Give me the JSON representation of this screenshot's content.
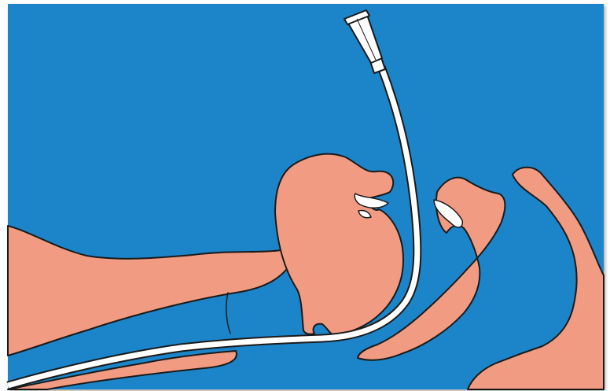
{
  "illustration": {
    "colors": {
      "background": "#1f85c9",
      "tissue": "#f19b82",
      "tissue_outline": "#1a1a1a",
      "tube": "#ffffff",
      "tube_outline": "#1a1a1a",
      "frame_shadow": "#cfcfcf"
    },
    "parts": [
      "background-panel",
      "lower-body-region",
      "tongue",
      "soft-palate",
      "epiglottis",
      "upper-right-wall",
      "feeding-tube",
      "tube-connector"
    ]
  }
}
